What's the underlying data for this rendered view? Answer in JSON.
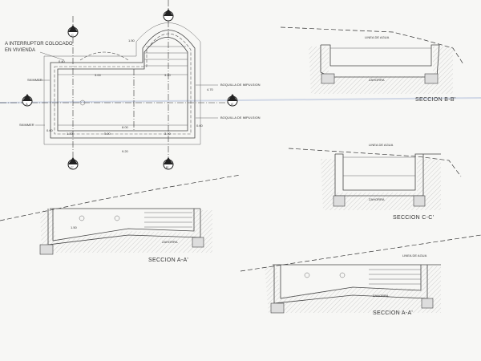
{
  "plan": {
    "note_line1": "A INTERRUPTOR COLOCADO",
    "note_line2": "EN VIVIENDA",
    "skimmer_top": "SKIMMER",
    "skimmer_bottom": "SKIMMER",
    "boquilla_top": "BOQUILLA DE IMPULSION",
    "boquilla_bottom": "BOQUILLA DE IMPULSION",
    "dims": {
      "d300": "3.00",
      "d320": "3.20",
      "d800": "8.00",
      "d130": "1.30",
      "d500": "5.00",
      "d310": "3.10",
      "d920": "9.20",
      "d060a": "0.60",
      "d060b": "0.60",
      "d040": "0.40",
      "d150": "1.50",
      "d470": "4.70"
    },
    "markers": {
      "a_left": "A",
      "a_right": "A'",
      "c_top": "C",
      "c_bottom": "C'",
      "b_bottom": "B'"
    }
  },
  "sections": {
    "bb_title": "SECCION B-B'",
    "bb_water": "LINEA DE AGUA",
    "bb_fill": "ZAHORRA",
    "cc_title": "SECCION C-C'",
    "cc_water": "LINEA DE AGUA",
    "cc_fill": "ZAHORRA",
    "aa1_title": "SECCION A-A'",
    "aa1_fill": "ZAHORRA",
    "aa1_dim": "1.50",
    "aa2_title": "SECCION A-A'",
    "aa2_water": "LINEA DE AGUA",
    "aa2_fill": "ZAHORRA"
  }
}
